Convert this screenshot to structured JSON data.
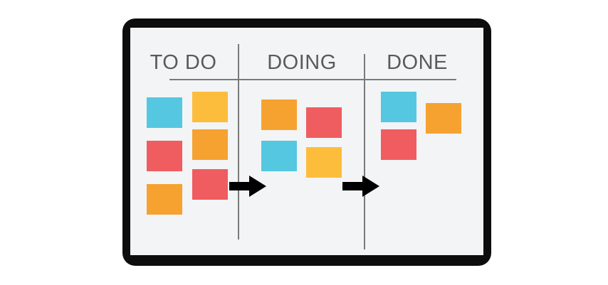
{
  "board": {
    "columns": [
      {
        "title": "TO DO"
      },
      {
        "title": "DOING"
      },
      {
        "title": "DONE"
      }
    ]
  },
  "notes": {
    "todo": [
      "blue",
      "yellow",
      "red",
      "orange",
      "orange",
      "red"
    ],
    "doing": [
      "orange",
      "red",
      "blue",
      "yellow"
    ],
    "done": [
      "blue",
      "orange",
      "red"
    ]
  },
  "colors": {
    "frame": "#0d0d0d",
    "surface": "#f3f4f6",
    "blue": "#55c7e0",
    "red": "#ef5d60",
    "orange": "#f6a230",
    "yellow": "#fdbd3c",
    "arrow": "#000000"
  },
  "icons": [
    "arrow-right-icon",
    "arrow-right-icon"
  ]
}
